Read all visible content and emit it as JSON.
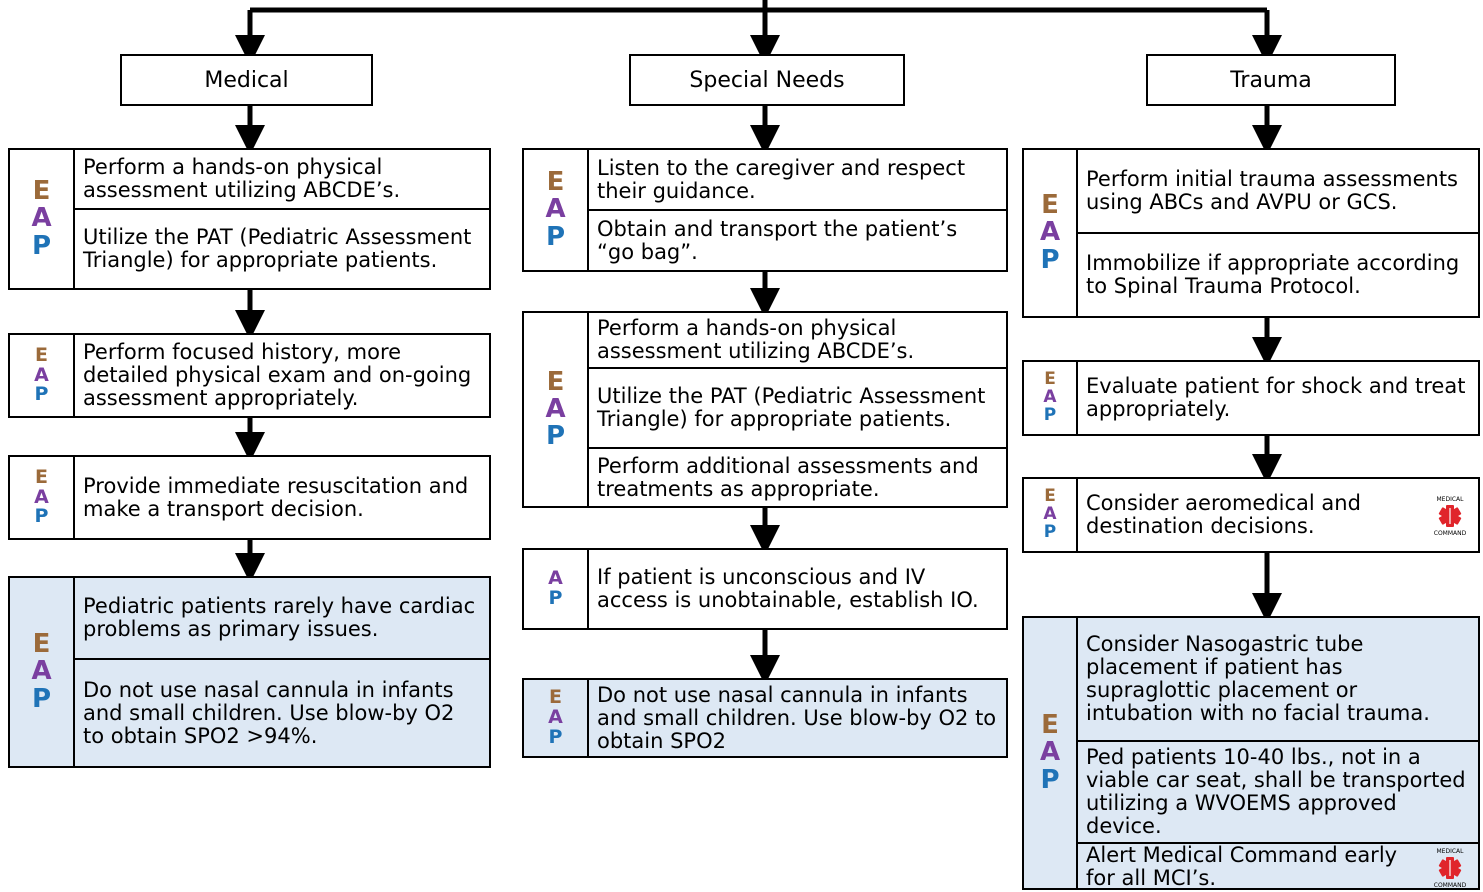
{
  "eap": {
    "e": "E",
    "a": "A",
    "p": "P"
  },
  "columns": [
    {
      "header": "Medical",
      "blocks": [
        {
          "letters": "EAP",
          "items": [
            {
              "text": "Perform a hands-on physical assessment utilizing ABCDE’s."
            },
            {
              "text": "Utilize the PAT (Pediatric Assessment Triangle) for appropriate patients."
            }
          ]
        },
        {
          "letters": "EAP",
          "items": [
            {
              "text": "Perform focused history, more detailed physical exam and on-going assessment appropriately."
            }
          ]
        },
        {
          "letters": "EAP",
          "items": [
            {
              "text": "Provide immediate resuscitation and make a transport decision."
            }
          ]
        },
        {
          "letters": "EAP",
          "items": [
            {
              "text": "Pediatric patients rarely have cardiac problems as primary issues."
            },
            {
              "text": "Do not use nasal cannula in infants and small children. Use blow-by O2 to obtain SPO2 >94%."
            }
          ]
        }
      ]
    },
    {
      "header": "Special Needs",
      "blocks": [
        {
          "letters": "EAP",
          "items": [
            {
              "text": "Listen to the caregiver and respect their guidance."
            },
            {
              "text": "Obtain and transport the patient’s “go bag”."
            }
          ]
        },
        {
          "letters": "EAP",
          "items": [
            {
              "text": "Perform a hands-on physical assessment utilizing ABCDE’s."
            },
            {
              "text": "Utilize the PAT (Pediatric Assessment Triangle) for appropriate patients."
            },
            {
              "text": "Perform additional assessments and treatments as appropriate."
            }
          ]
        },
        {
          "letters": "AP",
          "items": [
            {
              "text": "If patient is unconscious and IV access is unobtainable, establish IO."
            }
          ]
        },
        {
          "letters": "EAP",
          "items": [
            {
              "text": "Do not use nasal cannula in infants and small children. Use blow-by O2 to obtain SPO2"
            }
          ]
        }
      ]
    },
    {
      "header": "Trauma",
      "blocks": [
        {
          "letters": "EAP",
          "items": [
            {
              "text": "Perform initial trauma assessments using ABCs and AVPU or GCS."
            },
            {
              "text": "Immobilize if appropriate according to Spinal Trauma Protocol."
            }
          ]
        },
        {
          "letters": "EAP",
          "items": [
            {
              "text": "Evaluate patient for shock and treat appropriately."
            }
          ]
        },
        {
          "letters": "EAP",
          "items": [
            {
              "text": "Consider aeromedical and destination decisions.",
              "icon": "medical-command-icon"
            }
          ]
        },
        {
          "letters": "EAP",
          "items": [
            {
              "text": "Consider Nasogastric tube placement if patient has supraglottic placement or intubation with no facial trauma."
            },
            {
              "text": "Ped patients 10-40 lbs., not in a viable car seat, shall be transported utilizing a WVOEMS approved device."
            },
            {
              "text": "Alert Medical Command early for all MCI’s.",
              "icon": "medical-command-icon"
            }
          ]
        }
      ]
    }
  ],
  "icon_labels": {
    "top": "MEDICAL",
    "bottom": "COMMAND"
  },
  "colors": {
    "e": "#9b6a3a",
    "a": "#7a3fa0",
    "p": "#1f73b7",
    "highlight": "#dde8f4",
    "star": "#e0252b"
  }
}
